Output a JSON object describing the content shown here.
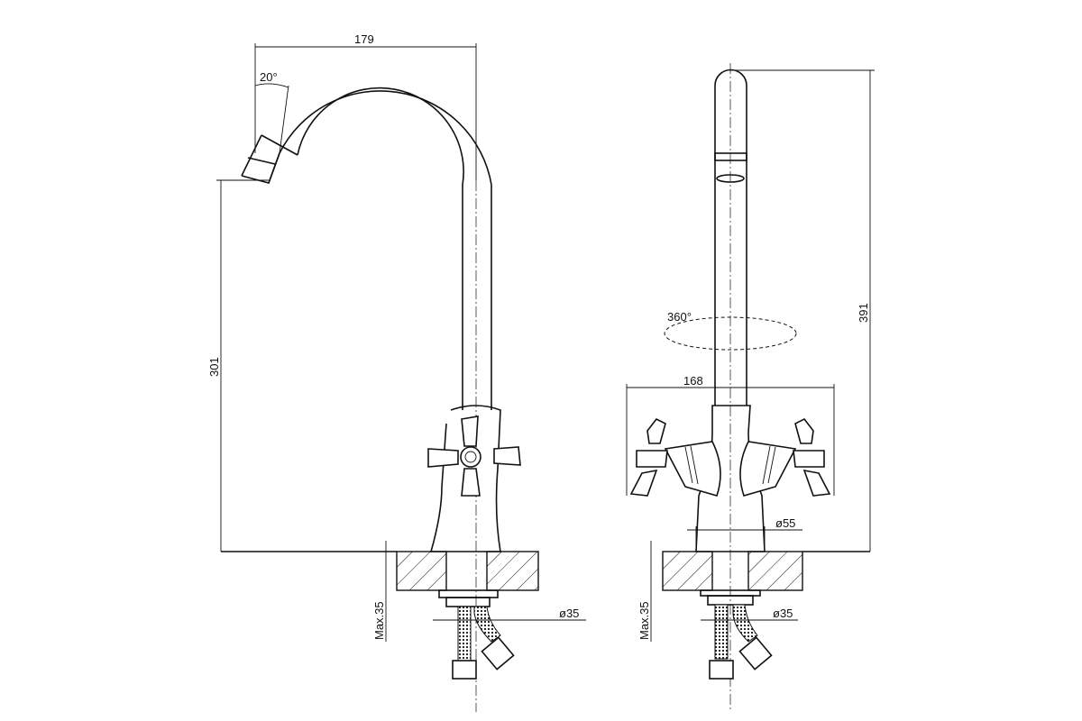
{
  "side_view": {
    "reach_dim": "179",
    "angle_dim": "20°",
    "spout_height_dim": "301",
    "max_thickness_dim": "Max.35",
    "hole_dim": "ø35"
  },
  "front_view": {
    "total_height_dim": "391",
    "rotation_dim": "360°",
    "handle_span_dim": "168",
    "base_dim": "ø55",
    "max_thickness_dim": "Max.35",
    "hole_dim": "ø35"
  }
}
